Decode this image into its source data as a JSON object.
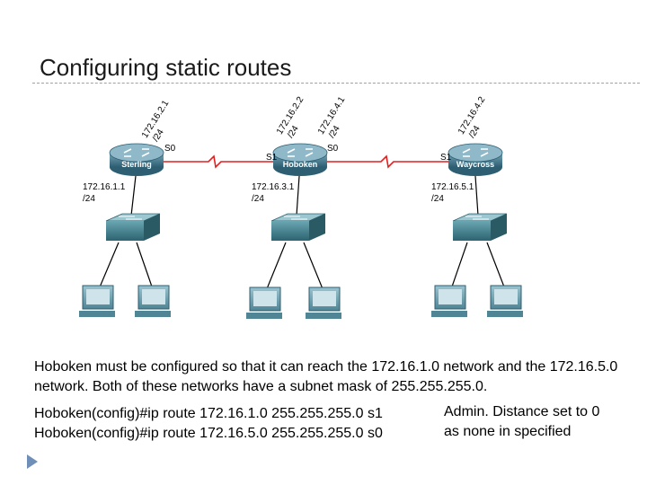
{
  "title": "Configuring static routes",
  "routers": [
    {
      "name": "Sterling",
      "label": "Sterling",
      "serial_right": "S0",
      "lan_ip": "172.16.1.1",
      "lan_mask": "/24",
      "wan_ip": "172.16.2.1",
      "wan_mask": "/24"
    },
    {
      "name": "Hoboken",
      "label": "Hoboken",
      "serial_left": "S1",
      "serial_right": "S0",
      "lan_ip": "172.16.3.1",
      "lan_mask": "/24",
      "wan_ip_left": "172.16.2.2",
      "wan_mask_left": "/24",
      "wan_ip_right": "172.16.4.1",
      "wan_mask_right": "/24"
    },
    {
      "name": "Waycross",
      "label": "Waycross",
      "serial_left": "S1",
      "lan_ip": "172.16.5.1",
      "lan_mask": "/24",
      "wan_ip": "172.16.4.2",
      "wan_mask": "/24"
    }
  ],
  "description": "Hoboken must be configured so that it can reach the 172.16.1.0 network and the 172.16.5.0 network. Both of these networks have a subnet mask of 255.255.255.0.",
  "commands": [
    "Hoboken(config)#ip route 172.16.1.0 255.255.255.0 s1",
    "Hoboken(config)#ip route 172.16.5.0 255.255.255.0 s0"
  ],
  "note_lines": [
    "Admin. Distance set to 0",
    "as none in specified"
  ],
  "colors": {
    "router": "#4a7f95",
    "switch": "#3f7f8c",
    "serial_link": "#e02020",
    "lan_link": "#000000",
    "bullet": "#6f8fb8"
  }
}
